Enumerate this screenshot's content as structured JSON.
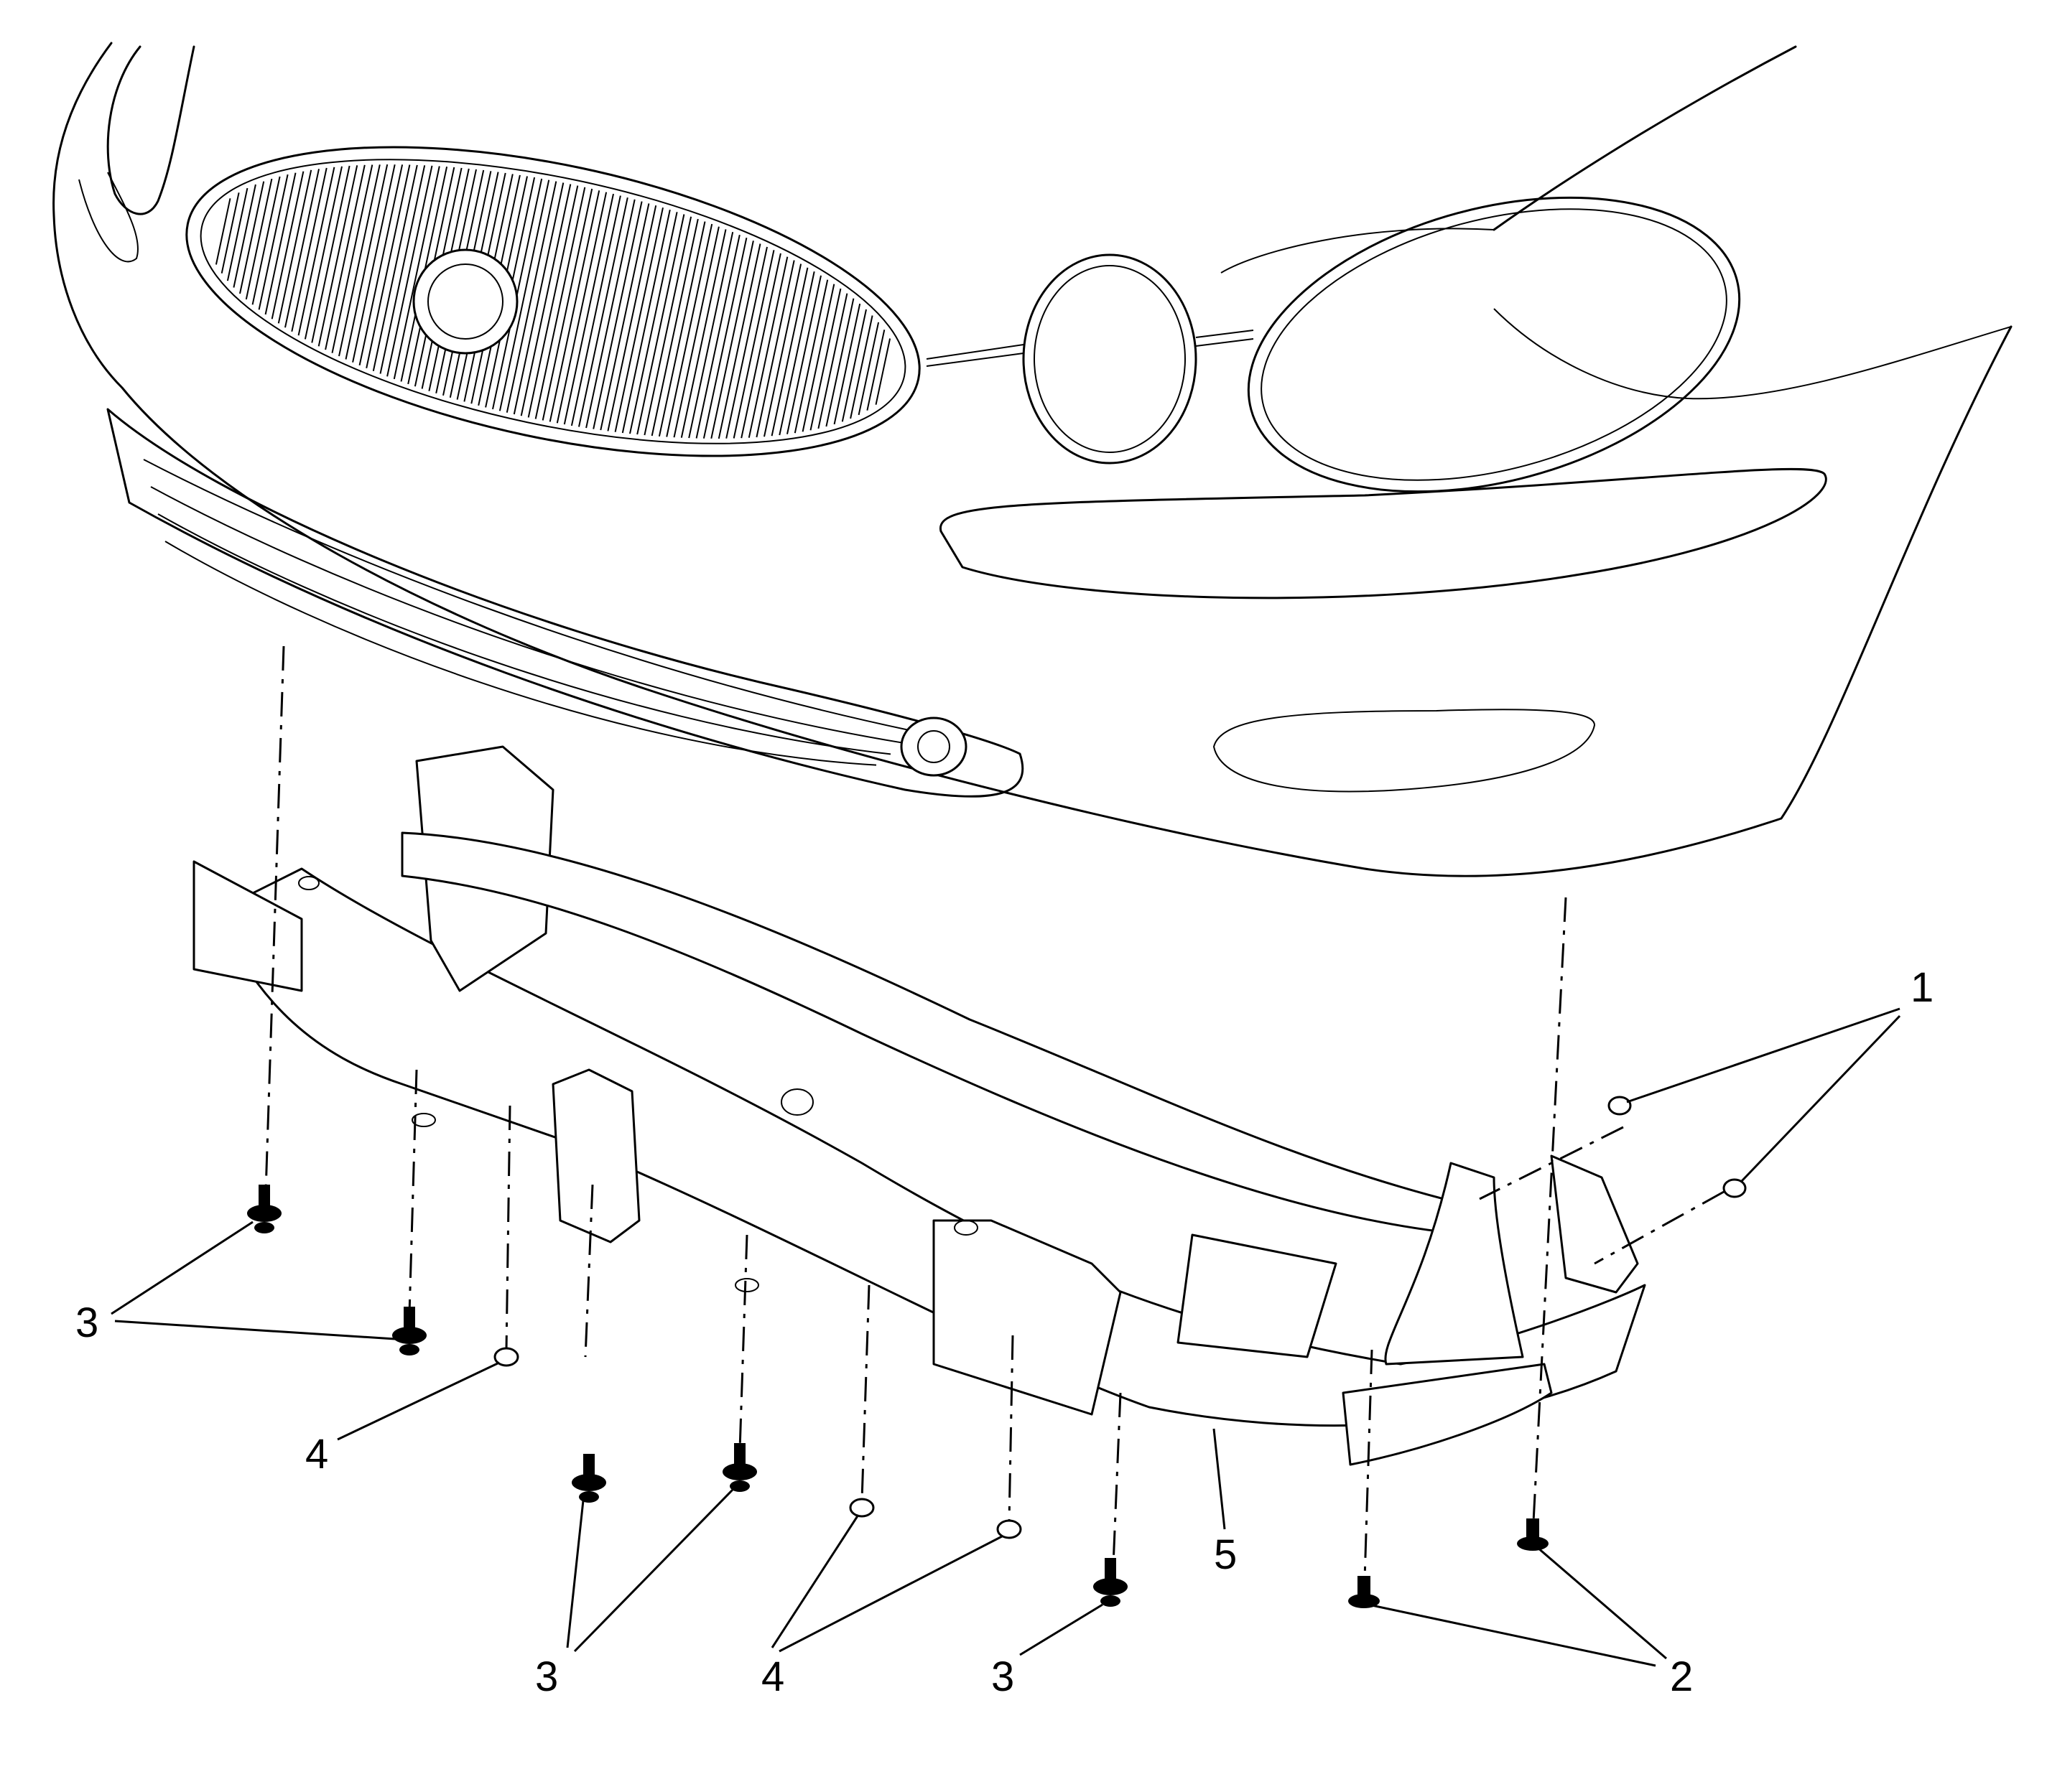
{
  "callouts": {
    "c1": "1",
    "c2": "2",
    "c3a": "3",
    "c3b": "3",
    "c3c": "3",
    "c4a": "4",
    "c4b": "4",
    "c5": "5"
  }
}
